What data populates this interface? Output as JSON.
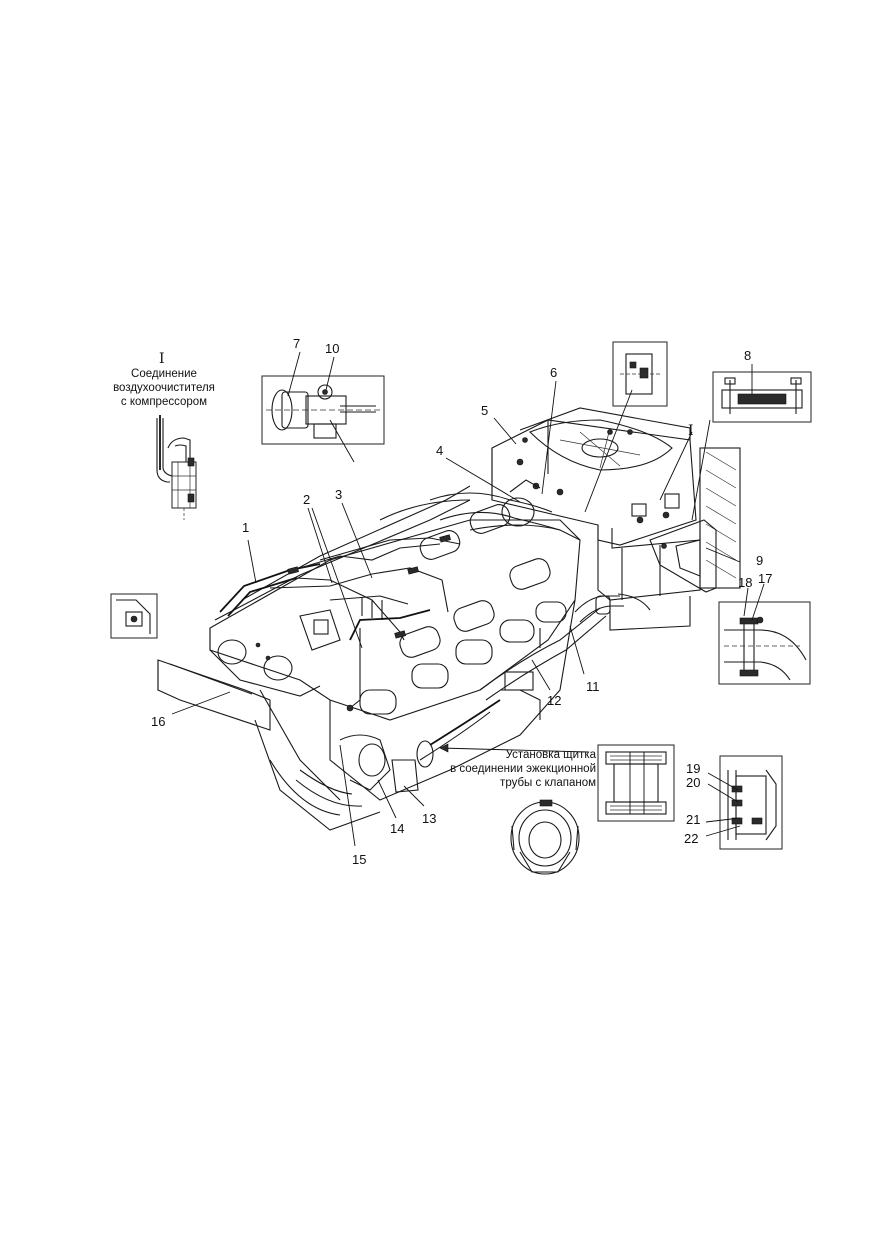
{
  "callouts": [
    "1",
    "2",
    "3",
    "4",
    "5",
    "6",
    "7",
    "8",
    "9",
    "10",
    "11",
    "12",
    "13",
    "14",
    "15",
    "16",
    "17",
    "18",
    "19",
    "20",
    "21",
    "22"
  ],
  "detail_I": {
    "roman": "I",
    "caption": [
      "Соединение",
      "воздухоочистителя",
      "с компрессором"
    ]
  },
  "detail_I_main_roman": "I",
  "shield_caption": [
    "Установка щитка",
    "в соединении эжекционной",
    "трубы с клапаном"
  ]
}
